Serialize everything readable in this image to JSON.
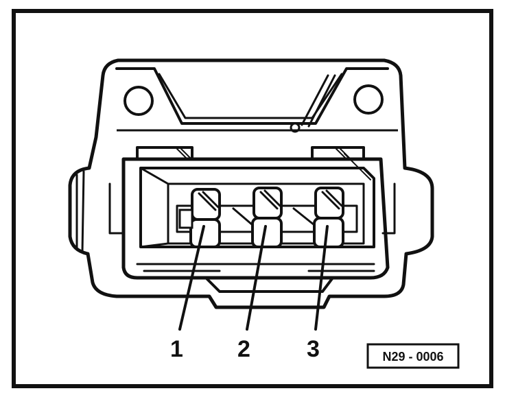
{
  "diagram": {
    "pin_labels": [
      "1",
      "2",
      "3"
    ],
    "reference_code": "N29 - 0006",
    "ink_color": "#111111",
    "background_color": "#ffffff"
  }
}
